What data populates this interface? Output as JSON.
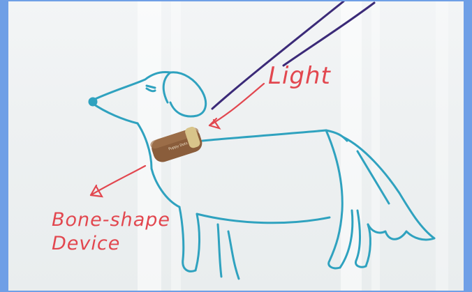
{
  "annotations": {
    "light_label": "Light",
    "device_label_line1": "Bone-shape",
    "device_label_line2": "Device"
  },
  "device": {
    "imprint": "Puppy Dots"
  },
  "colors": {
    "frame_border": "#6f9fe6",
    "whiteboard": "#eef1f2",
    "dog_outline": "#2fa2bf",
    "leash": "#3b2a78",
    "annotation_red": "#e2474f",
    "device_body": "#8a5d3b",
    "device_accent": "#d8c48a"
  }
}
